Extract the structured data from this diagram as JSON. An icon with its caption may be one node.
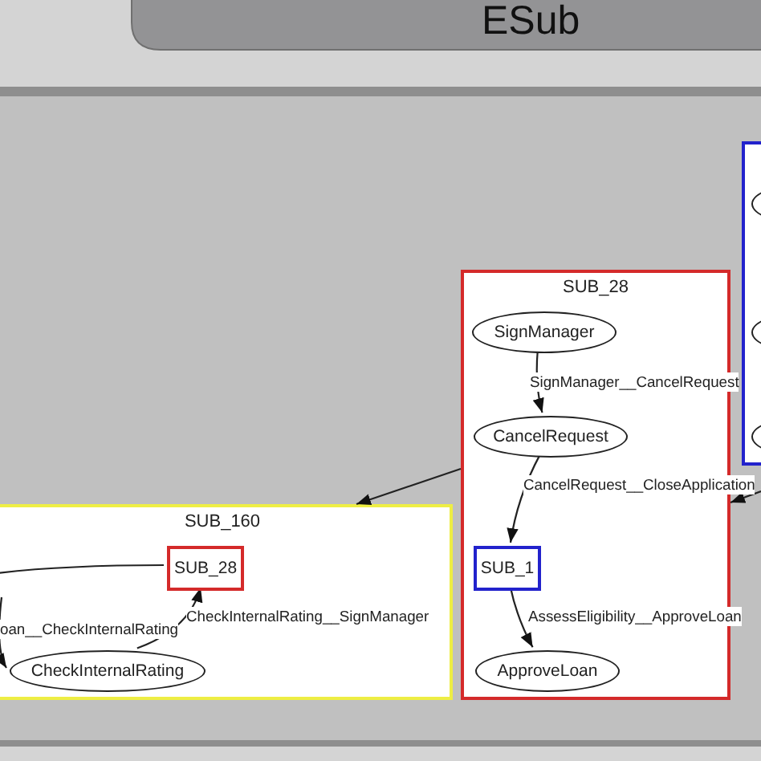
{
  "diagram": {
    "title": "ESub",
    "nodes": [
      {
        "text": [
          "SUB_28"
        ]
      },
      {
        "text": [
          "SignManager"
        ],
        "in": 0
      },
      {
        "text": [
          "CancelRequest"
        ],
        "in": 0
      },
      {
        "text": [
          "SUB_1"
        ],
        "in": 0
      },
      {
        "text": [
          "ApproveLoan"
        ],
        "in": 0
      },
      {
        "text": [
          "SUB_160"
        ]
      },
      {
        "text": [
          "SUB_28"
        ],
        "in": 5
      },
      {
        "text": [
          "CheckInternalRating"
        ],
        "in": 5
      },
      {
        "text": [],
        "shape": "box"
      },
      {
        "text": [],
        "shape": "ellipse",
        "in": 8
      },
      {
        "text": [],
        "shape": "ellipse",
        "in": 8
      },
      {
        "text": [],
        "shape": "ellipse",
        "in": 8
      }
    ],
    "edges": [
      {
        "from": 1,
        "to": 2,
        "arrow": "to",
        "label": "SignManager__CancelRequest"
      },
      {
        "from": 2,
        "to": 3,
        "arrow": "to",
        "label": "CancelRequest__CloseApplication"
      },
      {
        "from": 3,
        "to": 4,
        "arrow": "to",
        "label": "AssessEligibility__ApproveLoan"
      },
      {
        "from": null,
        "to": 0,
        "arrow": "to"
      },
      {
        "from": 0,
        "to": 5,
        "arrow": "to"
      },
      {
        "from": 7,
        "to": 6,
        "arrow": "to",
        "label": "CheckInternalRating__SignManager"
      },
      {
        "from": 6,
        "to": null,
        "arrow": "none"
      },
      {
        "from": null,
        "to": 7,
        "arrow": "to",
        "label": "oan__CheckInternalRating"
      }
    ]
  }
}
